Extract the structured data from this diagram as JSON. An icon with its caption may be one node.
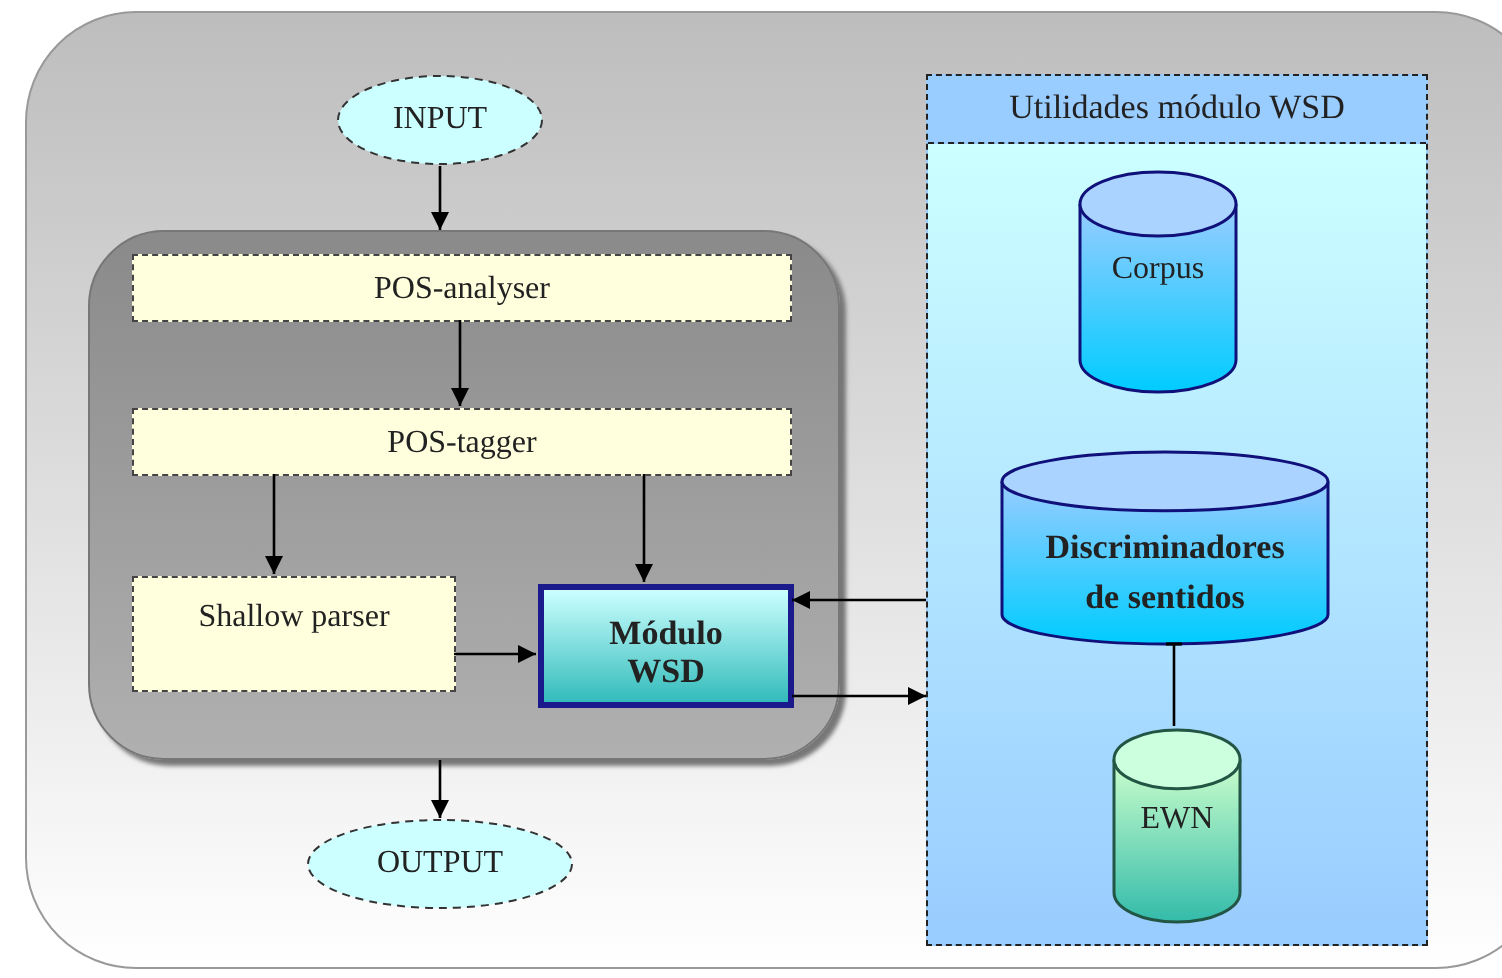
{
  "diagram": {
    "nodes": [
      {
        "text": [
          "INPUT"
        ]
      },
      {
        "text": [],
        "shape": "box"
      },
      {
        "text": [
          "POS-analyser"
        ],
        "in": 1
      },
      {
        "text": [
          "POS-tagger"
        ],
        "in": 1
      },
      {
        "text": [
          "Shallow parser"
        ],
        "in": 1
      },
      {
        "text": [
          "Módulo WSD"
        ],
        "in": 1
      },
      {
        "text": [
          "Utilidades módulo WSD"
        ]
      },
      {
        "text": [
          "Corpus"
        ],
        "in": 6
      },
      {
        "text": [
          "Discriminadores de sentidos"
        ],
        "in": 6
      },
      {
        "text": [
          "EWN"
        ],
        "in": 6
      },
      {
        "text": [
          "OUTPUT"
        ]
      }
    ],
    "edges": [
      {
        "from": 0,
        "to": 1,
        "arrow": "to"
      },
      {
        "from": 2,
        "to": 3,
        "arrow": "to"
      },
      {
        "from": 3,
        "to": 4,
        "arrow": "to"
      },
      {
        "from": 3,
        "to": 5,
        "arrow": "to"
      },
      {
        "from": 4,
        "to": 5,
        "arrow": "to"
      },
      {
        "from": 6,
        "to": 5,
        "arrow": "to"
      },
      {
        "from": 5,
        "to": 6,
        "arrow": "to"
      },
      {
        "from": 9,
        "to": 8,
        "arrow": "other"
      },
      {
        "from": 1,
        "to": 10,
        "arrow": "to"
      }
    ]
  }
}
